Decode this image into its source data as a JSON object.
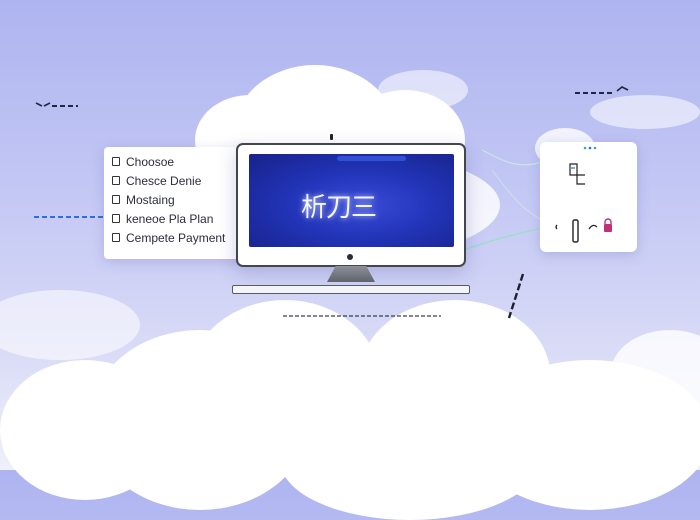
{
  "checklist": {
    "items": [
      "Choosoe",
      "Chesce Denie",
      "Mostaing",
      "keneoe Pla Plan",
      "Cempete Payment"
    ]
  },
  "monitor": {
    "screen_text": "析刀三"
  },
  "colors": {
    "sky_top": "#aeb4f0",
    "screen_blue": "#2234b8",
    "accent_blue": "#2e6fd6",
    "accent_green": "#3fb37f",
    "accent_pink": "#c0307a"
  },
  "icons": [
    "document-icon",
    "key-icon",
    "lock-icon",
    "bird-icon"
  ]
}
